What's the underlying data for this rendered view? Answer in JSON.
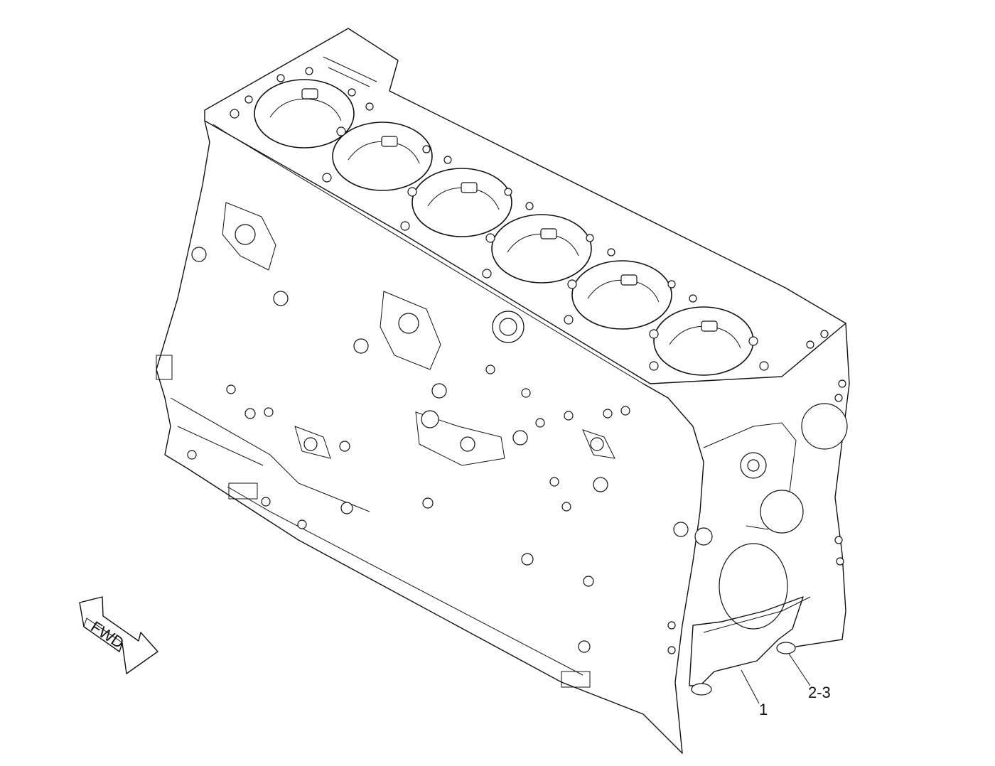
{
  "diagram": {
    "fwd_label": "FWD",
    "callouts": [
      {
        "id": "callout-1",
        "label": "1"
      },
      {
        "id": "callout-2-3",
        "label": "2-3"
      }
    ]
  }
}
